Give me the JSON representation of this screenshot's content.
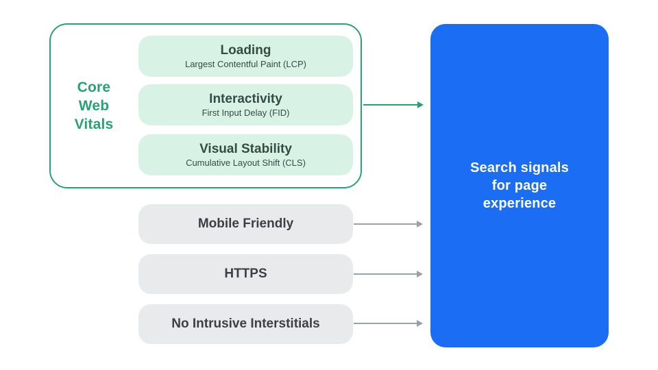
{
  "colors": {
    "canvas_bg": "#ffffff",
    "green": "#28a274",
    "mint": "#d8f2e5",
    "dark_green_text": "#344c41",
    "gray_fill": "#e9eaec",
    "gray_text": "#3c4043",
    "arrow_gray": "#9aa0a6",
    "blue": "#1b6ef3",
    "white": "#ffffff"
  },
  "cwv_group": {
    "label": "Core Web Vitals",
    "label_display": "Core\nWeb\nVitals",
    "metrics": [
      {
        "title": "Loading",
        "subtitle": "Largest Contentful Paint (LCP)"
      },
      {
        "title": "Interactivity",
        "subtitle": "First Input Delay (FID)"
      },
      {
        "title": "Visual Stability",
        "subtitle": "Cumulative Layout Shift (CLS)"
      }
    ]
  },
  "other_signals": [
    {
      "label": "Mobile Friendly"
    },
    {
      "label": "HTTPS"
    },
    {
      "label": "No Intrusive Interstitials"
    }
  ],
  "result_box": {
    "label": "Search signals for page experience",
    "label_display": "Search signals\nfor page\nexperience"
  }
}
